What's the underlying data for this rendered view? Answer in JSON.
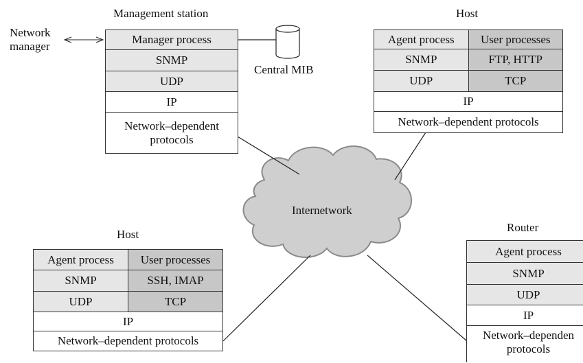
{
  "labels": {
    "management_station": "Management station",
    "network_manager_line1": "Network",
    "network_manager_line2": "manager",
    "central_mib": "Central MIB",
    "host_top": "Host",
    "host_bottom": "Host",
    "router": "Router",
    "internetwork": "Internetwork"
  },
  "management_stack": {
    "manager_process": "Manager process",
    "snmp": "SNMP",
    "udp": "UDP",
    "ip": "IP",
    "ndp_line1": "Network–dependent",
    "ndp_line2": "protocols"
  },
  "host_top_stack": {
    "agent_process": "Agent process",
    "user_processes": "User processes",
    "snmp": "SNMP",
    "apps": "FTP, HTTP",
    "udp": "UDP",
    "tcp": "TCP",
    "ip": "IP",
    "ndp": "Network–dependent protocols"
  },
  "host_bottom_stack": {
    "agent_process": "Agent process",
    "user_processes": "User processes",
    "snmp": "SNMP",
    "apps": "SSH, IMAP",
    "udp": "UDP",
    "tcp": "TCP",
    "ip": "IP",
    "ndp": "Network–dependent protocols"
  },
  "router_stack": {
    "agent_process": "Agent process",
    "snmp": "SNMP",
    "udp": "UDP",
    "ip": "IP",
    "ndp_line1": "Network–dependen",
    "ndp_line2": "protocols"
  },
  "colors": {
    "light_gray": "#e6e6e6",
    "dark_gray": "#c7c7c7",
    "cloud": "#cfcfcf"
  }
}
